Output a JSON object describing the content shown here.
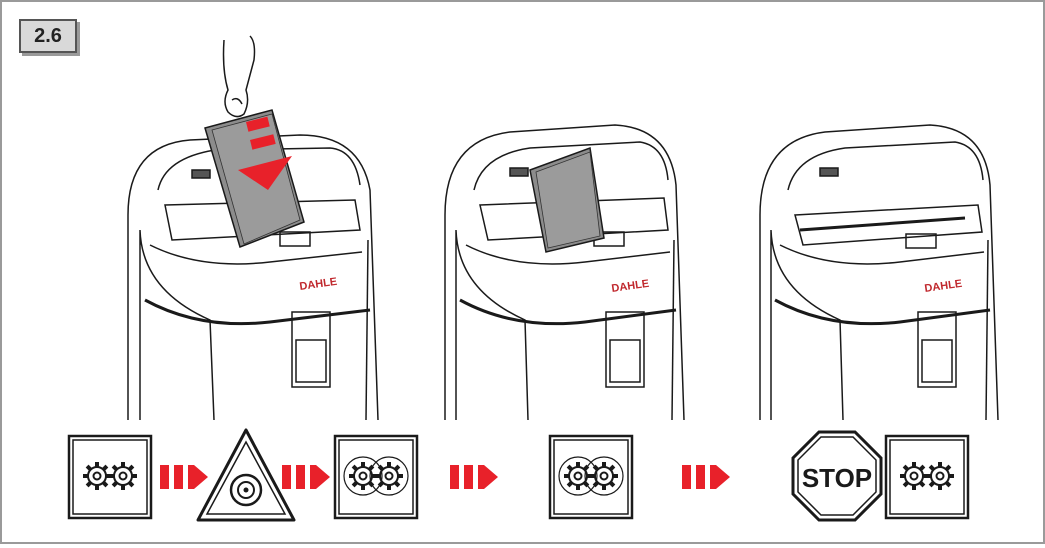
{
  "figure": {
    "step_label": "2.6",
    "brand_text": "DAHLE",
    "stop_text": "STOP"
  },
  "colors": {
    "frame": "#9a9a9a",
    "arrow_red": "#e8212a",
    "paper_gray": "#8c8c8c",
    "outline": "#1a1a1a"
  },
  "icons": [
    "gears-idle-icon",
    "red-arrow-icon",
    "rotation-warning-icon",
    "red-arrow-icon",
    "gears-running-icon",
    "red-arrow-icon",
    "gears-running-icon",
    "red-arrow-icon",
    "stop-sign-icon",
    "gears-idle-icon"
  ]
}
